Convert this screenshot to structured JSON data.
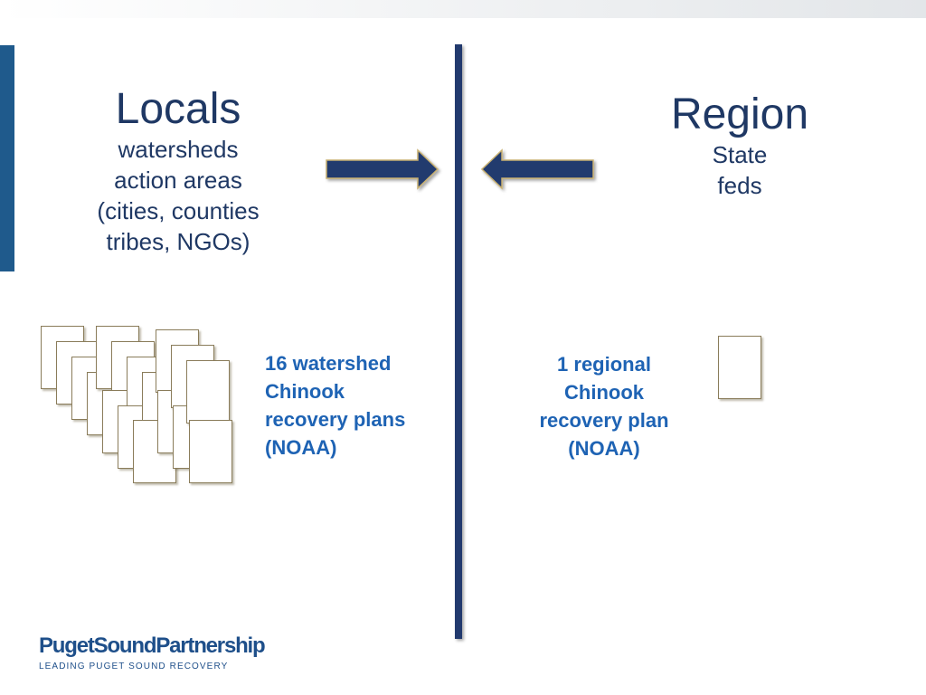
{
  "locals": {
    "heading": "Locals",
    "lines": [
      "watersheds",
      "action areas",
      "(cities, counties",
      "tribes, NGOs)"
    ]
  },
  "region": {
    "heading": "Region",
    "lines": [
      "State",
      "feds"
    ]
  },
  "watershed_plans": {
    "lines": [
      "16 watershed",
      "Chinook",
      "recovery plans",
      "(NOAA)"
    ],
    "count": 16
  },
  "regional_plan": {
    "lines": [
      "1 regional",
      "Chinook",
      "recovery plan",
      "(NOAA)"
    ],
    "count": 1
  },
  "logo": {
    "name": "PugetSoundPartnership",
    "tagline": "LEADING PUGET SOUND RECOVERY"
  },
  "colors": {
    "navy": "#1f3864",
    "arrow": "#223a6e",
    "plan_text": "#1e63b4",
    "accent_bar": "#1f5a8c"
  }
}
